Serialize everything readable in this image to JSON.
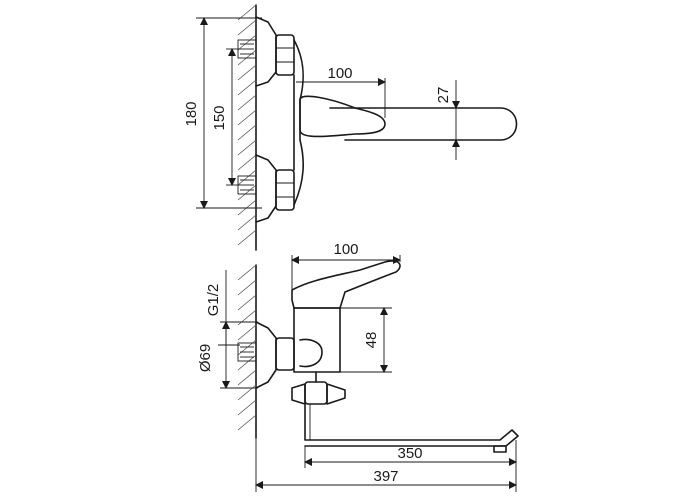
{
  "dimensions": {
    "height_total": "180",
    "inlet_spacing": "150",
    "handle_reach_top": "100",
    "spout_thickness": "27",
    "handle_reach_side": "100",
    "thread": "G1/2",
    "rosette_diameter": "Ø69",
    "body_height": "48",
    "spout_reach": "350",
    "overall_length": "397"
  },
  "colors": {
    "line": "#1a1a1a",
    "background": "#ffffff"
  }
}
